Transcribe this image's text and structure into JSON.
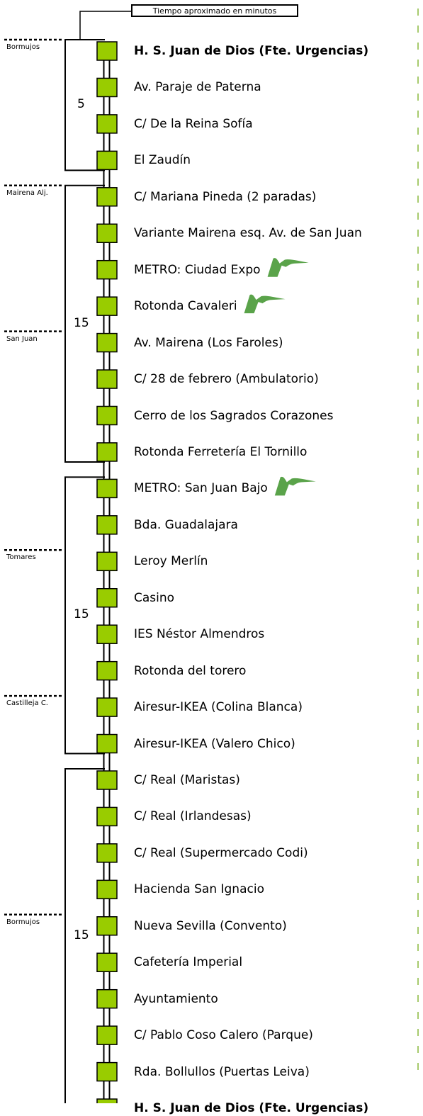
{
  "header": "Tiempo aproximado en minutos",
  "stops": [
    {
      "name": "H. S. Juan de Dios (Fte. Urgencias)",
      "bold": true
    },
    {
      "name": "Av. Paraje de Paterna"
    },
    {
      "name": "C/ De la Reina Sofía"
    },
    {
      "name": "El Zaudín"
    },
    {
      "name": "C/ Mariana Pineda (2 paradas)"
    },
    {
      "name": "Variante Mairena esq. Av. de San Juan"
    },
    {
      "name": "METRO: Ciudad Expo",
      "metro": true
    },
    {
      "name": "Rotonda Cavaleri",
      "metro": true
    },
    {
      "name": "Av. Mairena (Los Faroles)"
    },
    {
      "name": "C/ 28 de febrero (Ambulatorio)"
    },
    {
      "name": "Cerro de los Sagrados Corazones"
    },
    {
      "name": "Rotonda Ferretería El Tornillo"
    },
    {
      "name": "METRO: San Juan Bajo",
      "metro": true
    },
    {
      "name": "Bda. Guadalajara"
    },
    {
      "name": "Leroy Merlín"
    },
    {
      "name": "Casino"
    },
    {
      "name": "IES Néstor Almendros"
    },
    {
      "name": "Rotonda del torero"
    },
    {
      "name": "Airesur-IKEA (Colina Blanca)"
    },
    {
      "name": "Airesur-IKEA (Valero Chico)"
    },
    {
      "name": "C/ Real (Maristas)"
    },
    {
      "name": "C/ Real (Irlandesas)"
    },
    {
      "name": "C/ Real (Supermercado Codi)"
    },
    {
      "name": "Hacienda San Ignacio"
    },
    {
      "name": "Nueva Sevilla (Convento)"
    },
    {
      "name": "Cafetería Imperial"
    },
    {
      "name": "Ayuntamiento"
    },
    {
      "name": "C/ Pablo Coso Calero (Parque)"
    },
    {
      "name": "Rda. Bollullos (Puertas Leiva)"
    },
    {
      "name": "H. S. Juan de Dios (Fte. Urgencias)",
      "bold": true
    }
  ],
  "zones": [
    {
      "name": "Bormujos",
      "stop_index": 0
    },
    {
      "name": "Mairena Alj.",
      "stop_index": 4
    },
    {
      "name": "San Juan",
      "stop_index": 8
    },
    {
      "name": "Tomares",
      "stop_index": 14
    },
    {
      "name": "Castilleja C.",
      "stop_index": 18
    },
    {
      "name": "Bormujos",
      "stop_index": 24
    }
  ],
  "segments": [
    {
      "minutes": "5",
      "from_stop": 0,
      "to_stop": 3
    },
    {
      "minutes": "15",
      "from_stop": 4,
      "to_stop": 11
    },
    {
      "minutes": "15",
      "from_stop": 12,
      "to_stop": 19
    },
    {
      "minutes": "15",
      "from_stop": 20,
      "to_stop": 29
    }
  ],
  "colors": {
    "stop_fill": "#99cc00",
    "metro_icon": "#5aa34a",
    "line": "#000000",
    "right_dash": "#8ab83d"
  }
}
